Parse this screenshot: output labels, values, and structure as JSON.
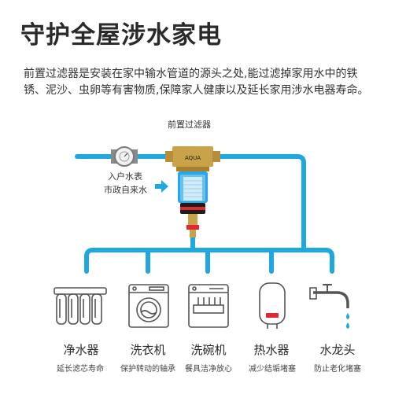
{
  "title": "守护全屋涉水家电",
  "description": {
    "line1": "前置过滤器是安装在家中输水管道的源头之处,能过滤掉家用水中的铁",
    "line2": "锈、泥沙、虫卵等有害物质,保障家人健康以及延长家用涉水电器寿命。"
  },
  "filter_label": "前置过滤器",
  "meter": {
    "label": "入户水表",
    "source": "市政自来水"
  },
  "appliances": [
    {
      "name": "净水器",
      "benefit": "延长滤芯寿命",
      "icon": "water-purifier-icon"
    },
    {
      "name": "洗衣机",
      "benefit": "保护转动的轴承",
      "icon": "washing-machine-icon"
    },
    {
      "name": "洗碗机",
      "benefit": "餐具洁净放心",
      "icon": "dishwasher-icon"
    },
    {
      "name": "热水器",
      "benefit": "减少结垢堵塞",
      "icon": "water-heater-icon"
    },
    {
      "name": "水龙头",
      "benefit": "防止老化堵塞",
      "icon": "faucet-icon"
    }
  ],
  "colors": {
    "pipe": "#1fa7e0",
    "filter_body": "#2aa6e8",
    "brass": "#c9a24a",
    "valve_red": "#e0282e"
  }
}
